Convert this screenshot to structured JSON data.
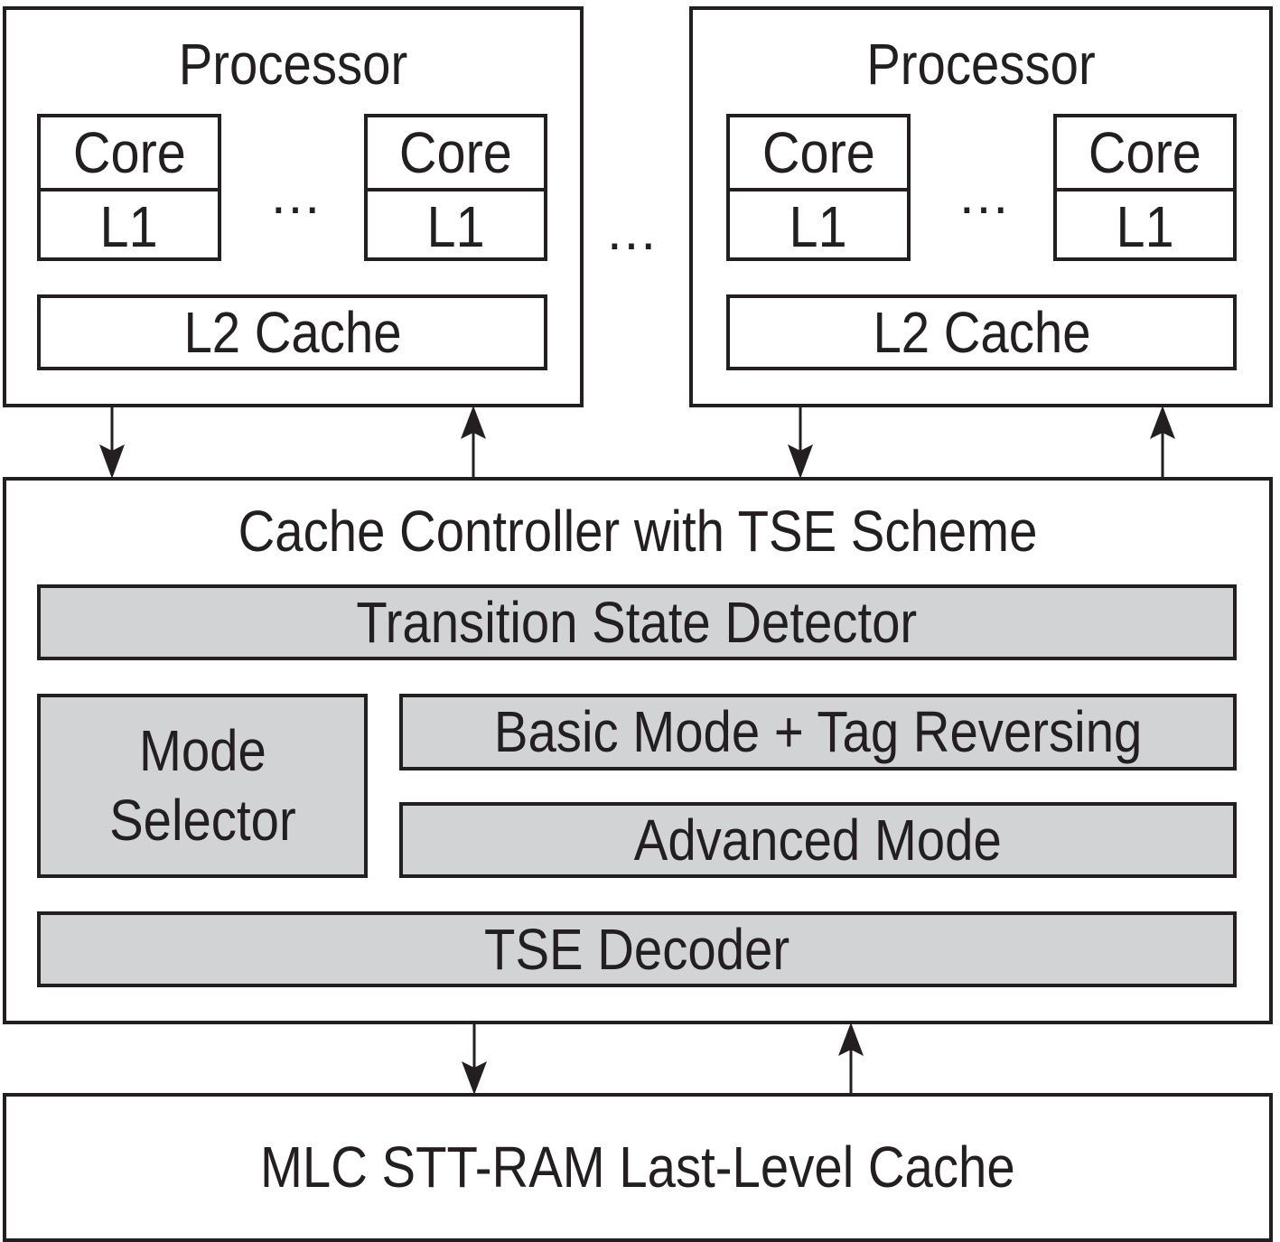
{
  "diagram": {
    "processors": [
      {
        "title": "Processor",
        "cores": [
          {
            "core": "Core",
            "l1": "L1"
          },
          {
            "core": "Core",
            "l1": "L1"
          }
        ],
        "ellipsis": "...",
        "l2": "L2 Cache"
      },
      {
        "title": "Processor",
        "cores": [
          {
            "core": "Core",
            "l1": "L1"
          },
          {
            "core": "Core",
            "l1": "L1"
          }
        ],
        "ellipsis": "...",
        "l2": "L2 Cache"
      }
    ],
    "between_processors_ellipsis": "...",
    "controller": {
      "title": "Cache Controller with TSE Scheme",
      "transition_state_detector": "Transition State Detector",
      "mode_selector": "Mode\nSelector",
      "basic_mode": "Basic Mode + Tag Reversing",
      "advanced_mode": "Advanced Mode",
      "tse_decoder": "TSE Decoder"
    },
    "llc": "MLC STT-RAM Last-Level Cache",
    "colors": {
      "stroke": "#231f20",
      "module_fill": "#d1d3d4",
      "background": "#ffffff"
    }
  }
}
